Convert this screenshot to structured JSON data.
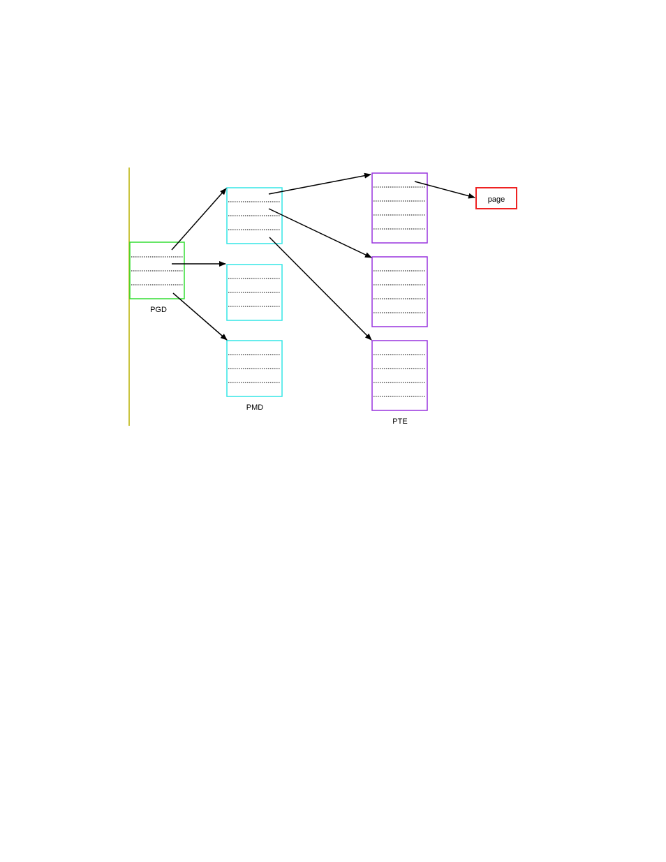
{
  "labels": {
    "pgd": "PGD",
    "pmd": "PMD",
    "pte": "PTE",
    "page": "page"
  },
  "colors": {
    "pgd": "#33dd33",
    "pmd": "#33e6e6",
    "pte": "#9933dd",
    "page": "#ee2222",
    "vertical_line": "#b8b000",
    "arrow": "#000000",
    "dotted": "#000000"
  },
  "tables": {
    "pgd": {
      "count": 1,
      "rows": 4
    },
    "pmd": {
      "count": 3,
      "rows": 4
    },
    "pte": {
      "count": 3,
      "rows": 5
    }
  }
}
